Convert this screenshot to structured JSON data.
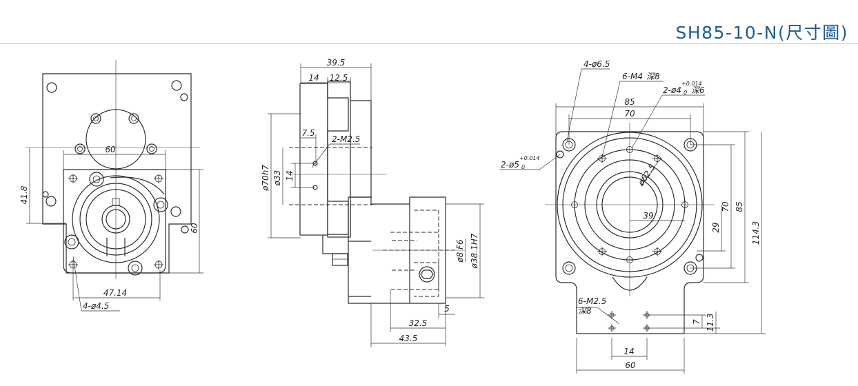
{
  "header": {
    "title": "SH85-10-N(尺寸圖)"
  },
  "views": {
    "left": {
      "dims": {
        "w60": "60",
        "h41": "41.8",
        "h60": "60",
        "w47": "47.14",
        "hole": "4-ø4.5"
      }
    },
    "middle": {
      "dims": {
        "l39": "39.5",
        "l14": "14",
        "l12": "12.5",
        "l7": "7.5",
        "m25": "2-M2.5",
        "d70": "ø70h7",
        "d33": "ø33",
        "v14": "14",
        "d8": "ø8 F6",
        "d38": "ø38.1H7",
        "l5": "5",
        "l32": "32.5",
        "l43": "43.5"
      }
    },
    "right": {
      "dims": {
        "h65": "4-ø6.5",
        "m4": "6-M4",
        "m4d": "深8",
        "pin4": "2-ø4",
        "pin4t": "+0.014",
        "pin4b": "0",
        "pin4d": "深6",
        "w85": "85",
        "w70": "70",
        "pin5": "2-ø5",
        "pin5t": "+0.014",
        "pin5b": "0",
        "d62": "ø62.5",
        "r39": "39",
        "v29": "29",
        "v70": "70",
        "v85": "85",
        "v114": "114.3",
        "m25": "6-M2.5",
        "m25d": "深8",
        "v7": "7",
        "v11": "11.3",
        "b14": "14",
        "b60": "60"
      }
    }
  }
}
